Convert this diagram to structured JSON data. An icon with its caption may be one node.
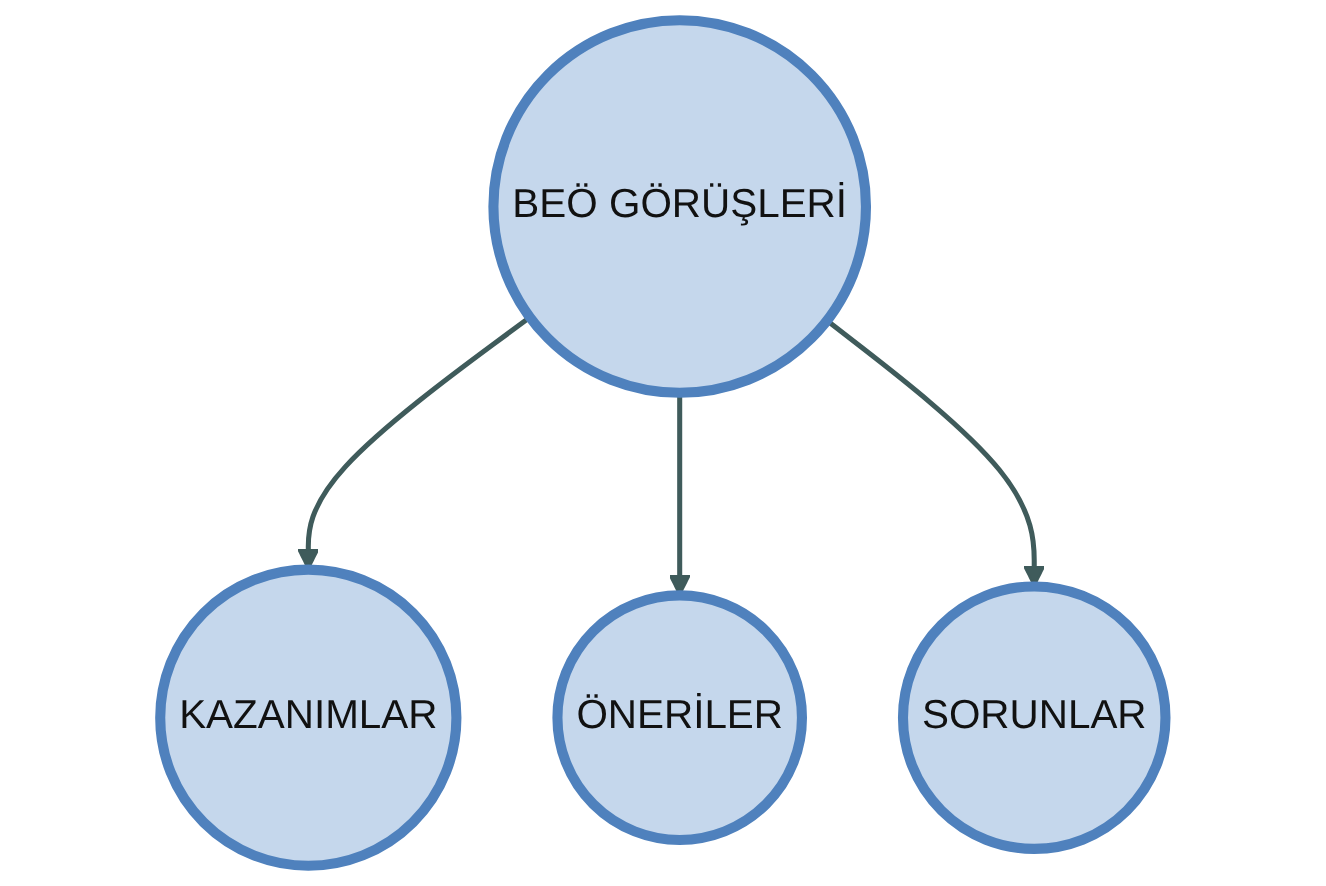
{
  "diagram": {
    "nodes": [
      {
        "text": [
          "BEÖ GÖRÜŞLERİ"
        ]
      },
      {
        "text": [
          "KAZANIMLAR"
        ]
      },
      {
        "text": [
          "ÖNERİLER"
        ]
      },
      {
        "text": [
          "SORUNLAR"
        ]
      }
    ],
    "edges": [
      {
        "from": 0,
        "to": 1,
        "arrow": "to"
      },
      {
        "from": 0,
        "to": 2,
        "arrow": "to"
      },
      {
        "from": 0,
        "to": 3,
        "arrow": "to"
      }
    ]
  }
}
